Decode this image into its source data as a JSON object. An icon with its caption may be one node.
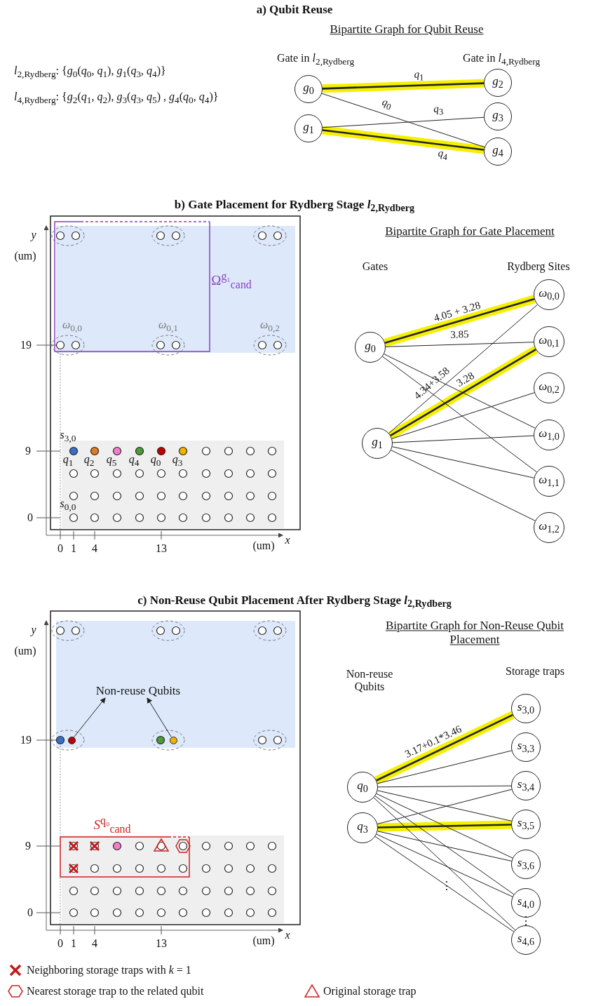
{
  "diagram": {
    "nodes": [
      {
        "text": [
          "*g*$_{0}$"
        ]
      },
      {
        "text": [
          "*g*$_{1}$"
        ]
      },
      {
        "text": [
          "*g*$_{2}$"
        ]
      },
      {
        "text": [
          "*g*$_{3}$"
        ]
      },
      {
        "text": [
          "*g*$_{4}$"
        ]
      },
      {
        "text": [
          "*g*$_{0}$"
        ]
      },
      {
        "text": [
          "*g*$_{1}$"
        ]
      },
      {
        "text": [
          "*ω*$_{0,0}$"
        ]
      },
      {
        "text": [
          "*ω*$_{0,1}$"
        ]
      },
      {
        "text": [
          "*ω*$_{0,2}$"
        ]
      },
      {
        "text": [
          "*ω*$_{1,0}$"
        ]
      },
      {
        "text": [
          "*ω*$_{1,1}$"
        ]
      },
      {
        "text": [
          "*ω*$_{1,2}$"
        ]
      },
      {
        "text": [
          "*q*$_{0}$"
        ]
      },
      {
        "text": [
          "*q*$_{3}$"
        ]
      },
      {
        "text": [
          "*s*$_{3,0}$"
        ]
      },
      {
        "text": [
          "*s*$_{3,3}$"
        ]
      },
      {
        "text": [
          "*s*$_{3,4}$"
        ]
      },
      {
        "text": [
          "*s*$_{3,5}$"
        ]
      },
      {
        "text": [
          "*s*$_{3,6}$"
        ]
      },
      {
        "text": [
          "*s*$_{4,0}$"
        ]
      },
      {
        "text": [
          "*s*$_{4,6}$"
        ]
      },
      {
        "text": [
          "Non-reuse Qubits"
        ]
      },
      {
        "text": [],
        "shape": "circle"
      },
      {
        "text": [],
        "shape": "circle"
      }
    ],
    "edges": [
      {
        "from": 0,
        "to": 2,
        "arrow": "none",
        "label": "*q*$_{1}$",
        "style": "thick",
        "color": "#f5f000"
      },
      {
        "from": 0,
        "to": 4,
        "arrow": "none",
        "label": "*q*$_{0}$"
      },
      {
        "from": 1,
        "to": 3,
        "arrow": "none",
        "label": "*q*$_{3}$"
      },
      {
        "from": 1,
        "to": 4,
        "arrow": "none",
        "label": "*q*$_{4}$",
        "style": "thick",
        "color": "#f5f000"
      },
      {
        "from": 5,
        "to": 7,
        "arrow": "none",
        "label": "4.05 + 3.28",
        "style": "thick",
        "color": "#f5f000"
      },
      {
        "from": 5,
        "to": 8,
        "arrow": "none",
        "label": "3.85"
      },
      {
        "from": 5,
        "to": 10,
        "arrow": "none"
      },
      {
        "from": 5,
        "to": 11,
        "arrow": "none"
      },
      {
        "from": 6,
        "to": 7,
        "arrow": "none",
        "label": "4.34+3.58"
      },
      {
        "from": 6,
        "to": 8,
        "arrow": "none",
        "label": "3.28",
        "style": "thick",
        "color": "#f5f000"
      },
      {
        "from": 6,
        "to": 9,
        "arrow": "none"
      },
      {
        "from": 6,
        "to": 10,
        "arrow": "none"
      },
      {
        "from": 6,
        "to": 11,
        "arrow": "none"
      },
      {
        "from": 6,
        "to": 12,
        "arrow": "none"
      },
      {
        "from": 13,
        "to": 15,
        "arrow": "none",
        "label": "3.17+0.1*3.46",
        "style": "thick",
        "color": "#f5f000"
      },
      {
        "from": 13,
        "to": 16,
        "arrow": "none"
      },
      {
        "from": 13,
        "to": 17,
        "arrow": "none"
      },
      {
        "from": 13,
        "to": 18,
        "arrow": "none"
      },
      {
        "from": 13,
        "to": 19,
        "arrow": "none"
      },
      {
        "from": 13,
        "to": 20,
        "arrow": "none"
      },
      {
        "from": 13,
        "to": 21,
        "arrow": "none"
      },
      {
        "from": 14,
        "to": 17,
        "arrow": "none"
      },
      {
        "from": 14,
        "to": 18,
        "arrow": "none",
        "style": "thick",
        "color": "#f5f000"
      },
      {
        "from": 14,
        "to": 19,
        "arrow": "none"
      },
      {
        "from": 14,
        "to": 20,
        "arrow": "none"
      },
      {
        "from": 14,
        "to": 21,
        "arrow": "none"
      },
      {
        "from": 23,
        "to": 22,
        "arrow": "to"
      },
      {
        "from": 24,
        "to": 22,
        "arrow": "to"
      }
    ],
    "labels": [
      "a) Qubit Reuse",
      "Bipartite Graph for Qubit Reuse",
      "*l*$_{2,Rydberg}$: {*g*$_{0}$(*q*$_{0}$, *q*$_{1}$), *g*$_{1}$(*q*$_{3}$, *q*$_{4}$)}",
      "*l*$_{4,Rydberg}$: {*g*$_{2}$(*q*$_{1}$, *q*$_{2}$), *g*$_{3}$(*q*$_{3}$, *q*$_{5}$) , *g*$_{4}$(*q*$_{0}$, *q*$_{4}$)}",
      "Gate in *l*$_{2,Rydberg}$",
      "Gate in *l*$_{4,Rydberg}$",
      "b) Gate Placement for Rydberg Stage *l*$_{2,Rydberg}$",
      "Bipartite Graph for Gate Placement",
      "*y*",
      "(um)",
      "Ω$^{g₁}$$_{cand}$",
      "Gates",
      "Rydberg Sites",
      "*ω*$_{0,0}$",
      "*ω*$_{0,1}$",
      "*ω*$_{0,2}$",
      "19",
      "*s*$_{3,0}$",
      "9",
      "*q*$_{1}$",
      "*q*$_{2}$",
      "*q*$_{5}$",
      "*q*$_{4}$",
      "*q*$_{0}$",
      "*q*$_{3}$",
      "*s*$_{0,0}$",
      "0",
      "0",
      "1",
      "4",
      "13",
      "(um)",
      "*x*",
      "c) Non-Reuse Qubit Placement After Rydberg Stage *l*$_{2,Rydberg}$",
      "Bipartite Graph for Non-Reuse Qubit Placement",
      "*y*",
      "(um)",
      "Non-reuse Qubits",
      "Storage traps",
      "19",
      "*S*$^{q₀}$$_{cand}$",
      "9",
      "⋮",
      "0",
      "0",
      "1",
      "4",
      "13",
      "(um)",
      "*x*",
      "⋮"
    ],
    "legend": [
      {
        "text": "Neighboring storage traps with *k* = 1"
      },
      {
        "text": "Nearest storage trap to the related qubit"
      },
      {
        "text": "Original storage trap"
      }
    ]
  }
}
